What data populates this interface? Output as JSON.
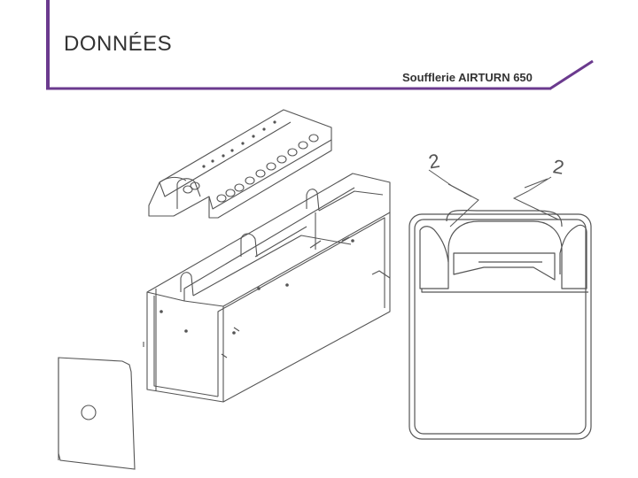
{
  "slide": {
    "title": "DONNÉES",
    "subtitle": "Soufflerie AIRTURN 650",
    "accent_color": "#6b3a8e"
  },
  "drawing": {
    "callout_left": "2",
    "callout_right": "2"
  }
}
